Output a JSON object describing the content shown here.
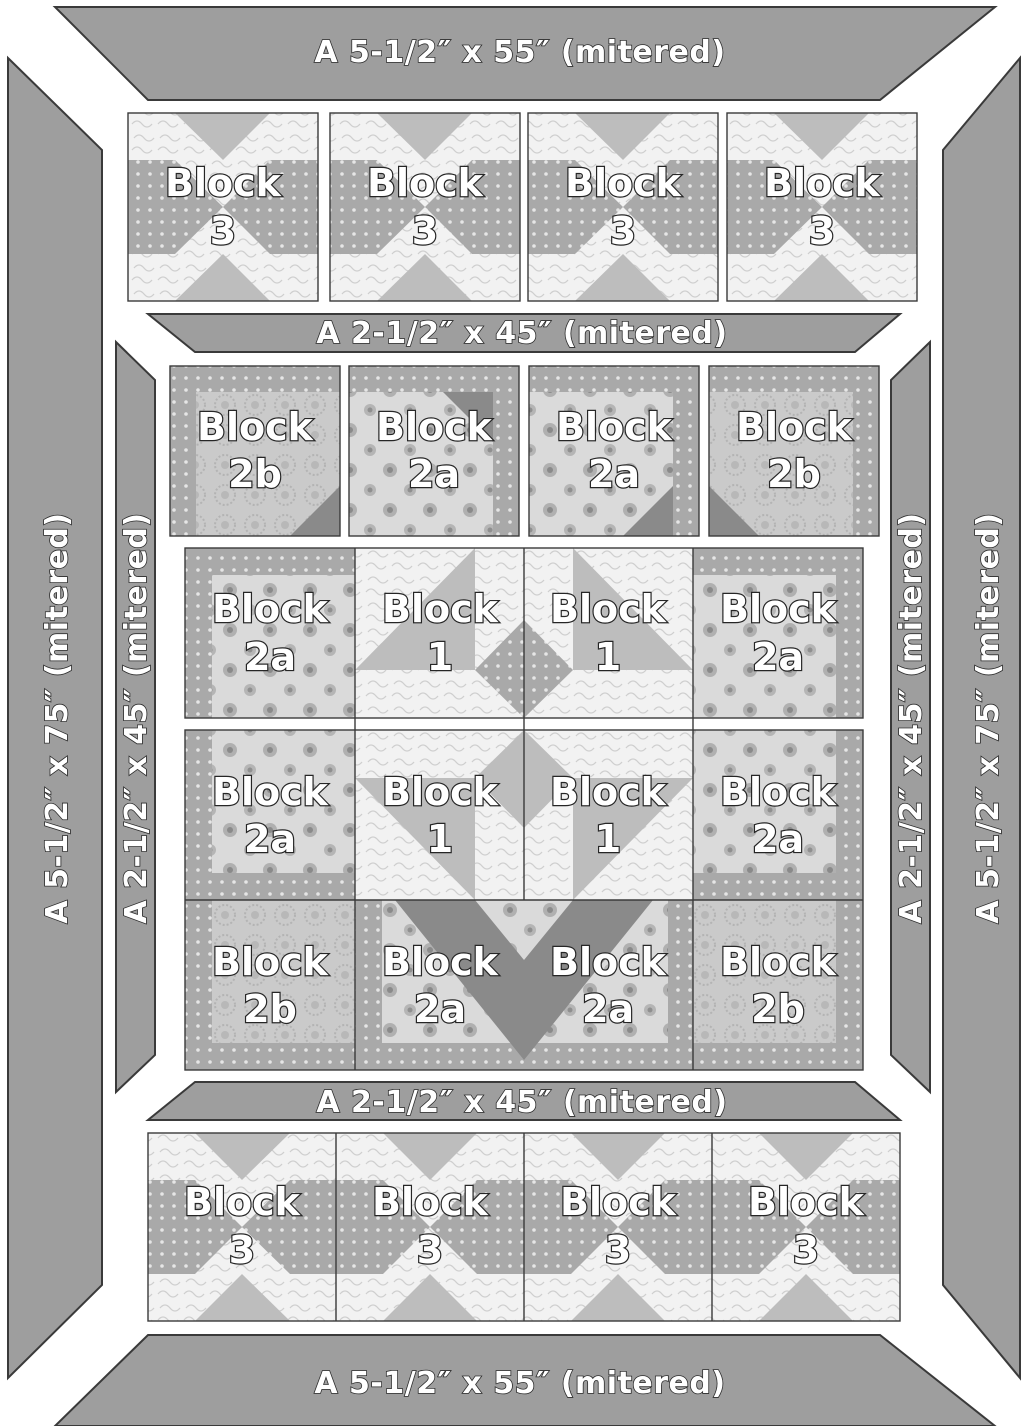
{
  "borders": {
    "outer_top": "A   5-1/2″ x 55″ (mitered)",
    "outer_bottom": "A   5-1/2″ x 55″ (mitered)",
    "outer_left": "A   5-1/2″ x 75″ (mitered)",
    "outer_right": "A   5-1/2″ x 75″ (mitered)",
    "inner_top": "A   2-1/2″ x 45″ (mitered)",
    "inner_bottom": "A   2-1/2″ x 45″ (mitered)",
    "inner_left": "A   2-1/2″ x 45″ (mitered)",
    "inner_right": "A   2-1/2″ x 45″ (mitered)"
  },
  "block_word": "Block",
  "rows": {
    "top": [
      "3",
      "3",
      "3",
      "3"
    ],
    "upper": [
      "2b",
      "2a",
      "2a",
      "2b"
    ],
    "center_top": [
      "2a",
      "1",
      "1",
      "2a"
    ],
    "center_mid": [
      "2a",
      "1",
      "1",
      "2a"
    ],
    "center_low": [
      "2b",
      "2a",
      "2a",
      "2b"
    ],
    "bottom": [
      "3",
      "3",
      "3",
      "3"
    ]
  },
  "colors": {
    "border_fill": "#9e9e9e",
    "outline": "#3a3a3a",
    "label_text": "#ffffff"
  }
}
